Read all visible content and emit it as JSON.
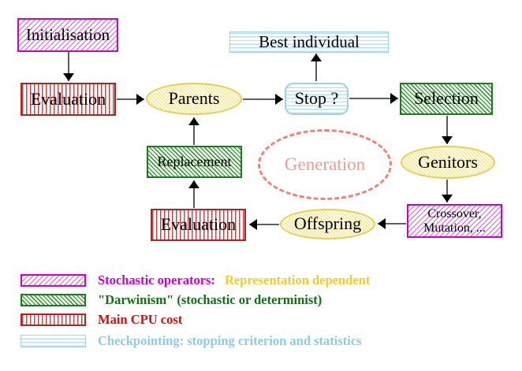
{
  "diagram": {
    "nodes": {
      "initialisation": {
        "label": "Initialisation"
      },
      "evaluation_top": {
        "label": "Evaluation"
      },
      "parents": {
        "label": "Parents"
      },
      "best_individual": {
        "label": "Best individual"
      },
      "stop": {
        "label": "Stop ?"
      },
      "selection": {
        "label": "Selection"
      },
      "replacement": {
        "label": "Replacement"
      },
      "generation": {
        "label": "Generation"
      },
      "genitors": {
        "label": "Genitors"
      },
      "offspring": {
        "label": "Offspring"
      },
      "evaluation_bottom": {
        "label": "Evaluation"
      },
      "operators": {
        "line1": "Crossover,",
        "line2": "Mutation, ..."
      }
    },
    "colors": {
      "stochastic_magenta": "#cf00cf",
      "darwinism_green": "#1f7a1f",
      "cpu_red": "#b22222",
      "checkpoint_cyan": "#9fd0e4",
      "population_yellow": "#e3cf55",
      "generation_salmon": "#ef8178",
      "legend_text_magenta": "#cc00cc",
      "legend_text_gold": "#eecb2f",
      "legend_text_green": "#107010",
      "legend_text_red": "#cc1111",
      "legend_text_cyan": "#8ec9e8"
    },
    "legend": {
      "items": [
        {
          "text": "Stochastic operators:",
          "text2": "Representation dependent"
        },
        {
          "text": "\"Darwinism\" (stochastic or determinist)"
        },
        {
          "text": "Main CPU cost"
        },
        {
          "text": "Checkpointing: stopping criterion and statistics"
        }
      ]
    }
  }
}
